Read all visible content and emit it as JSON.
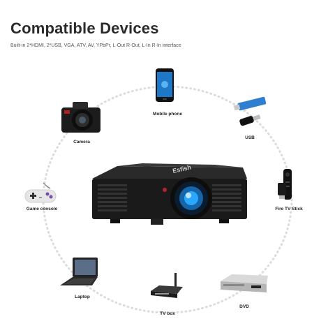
{
  "header": {
    "title": "Compatible Devices",
    "subtitle": "Built-in 2*HDMI, 2*USB, VGA, ATV, AV, YPbPr, L-Out R-Out, L-In R-In interface"
  },
  "product": {
    "brand": "Esfish"
  },
  "devices": [
    {
      "key": "mobile_phone",
      "label": "Mobile phone",
      "icon": "mobile-phone-icon"
    },
    {
      "key": "usb",
      "label": "USB",
      "icon": "usb-drive-icon"
    },
    {
      "key": "fire_tv_stick",
      "label": "Fire TV Stick",
      "icon": "fire-tv-stick-icon"
    },
    {
      "key": "dvd",
      "label": "DVD",
      "icon": "dvd-player-icon"
    },
    {
      "key": "tv_box",
      "label": "TV box",
      "icon": "tv-box-icon"
    },
    {
      "key": "laptop",
      "label": "Laptop",
      "icon": "laptop-icon"
    },
    {
      "key": "game_console",
      "label": "Game console",
      "icon": "game-controller-icon"
    },
    {
      "key": "camera",
      "label": "Camera",
      "icon": "camera-icon"
    }
  ],
  "colors": {
    "title": "#2b2b2b",
    "ring": "#dcdcdc",
    "usb_blue": "#2f7fd0",
    "projector_body": "#1a1a1a",
    "lens_glow": "#2aa8ff"
  }
}
